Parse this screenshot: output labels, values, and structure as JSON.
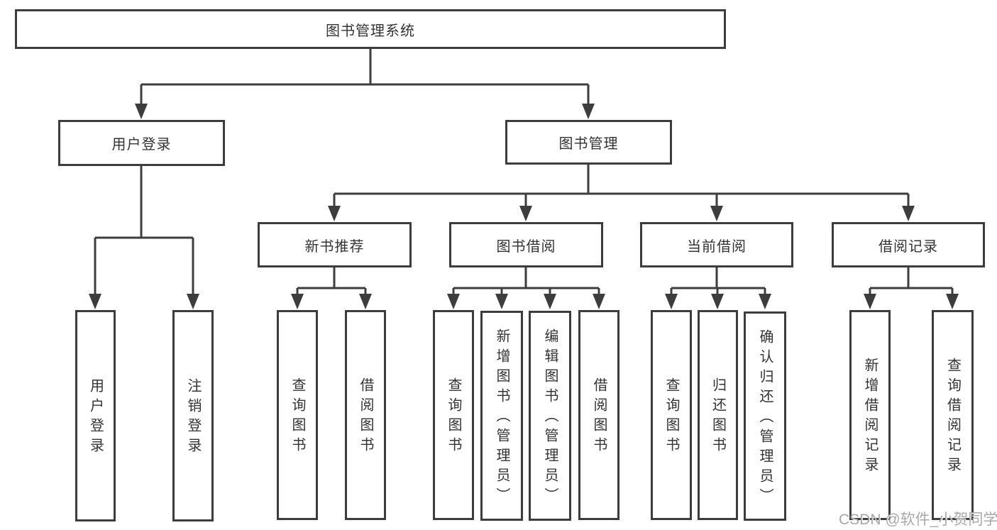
{
  "tree": {
    "root": {
      "label": "图书管理系统"
    },
    "level2": [
      {
        "label": "用户登录"
      },
      {
        "label": "图书管理"
      }
    ],
    "level3": [
      {
        "label": "新书推荐"
      },
      {
        "label": "图书借阅"
      },
      {
        "label": "当前借阅"
      },
      {
        "label": "借阅记录"
      }
    ],
    "leaves_user_login": [
      {
        "label": "用户登录"
      },
      {
        "label": "注销登录"
      }
    ],
    "leaves_new_books": [
      {
        "label": "查询图书"
      },
      {
        "label": "借阅图书"
      }
    ],
    "leaves_book_borrow": [
      {
        "label": "查询图书"
      },
      {
        "label": "新增图书（管理员）"
      },
      {
        "label": "编辑图书（管理员）"
      },
      {
        "label": "借阅图书"
      }
    ],
    "leaves_current_borrow": [
      {
        "label": "查询图书"
      },
      {
        "label": "归还图书"
      },
      {
        "label": "确认归还（管理员）"
      }
    ],
    "leaves_borrow_records": [
      {
        "label": "新增借阅记录"
      },
      {
        "label": "查询借阅记录"
      }
    ]
  },
  "watermark": {
    "text": "CSDN @软件_小贺同学"
  },
  "colors": {
    "line": "#3d3d3d",
    "text": "#333333",
    "background": "#ffffff",
    "watermark": "#a8a8a8"
  }
}
